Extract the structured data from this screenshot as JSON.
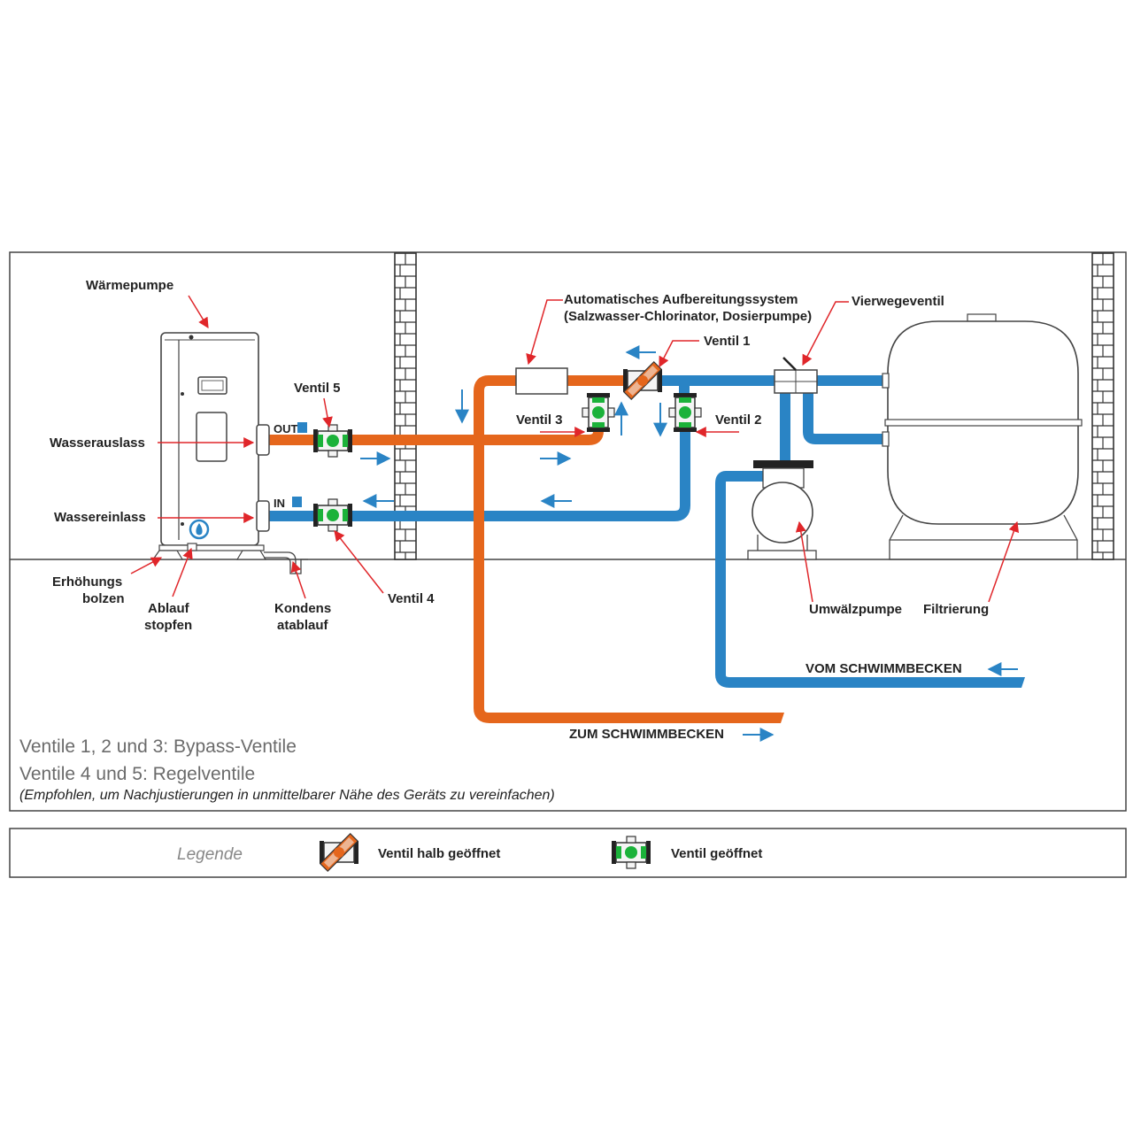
{
  "colors": {
    "hot_pipe": "#e5661c",
    "cold_pipe": "#2a84c5",
    "arrow_red": "#e0262a",
    "arrow_blue": "#2a84c5",
    "valve_green": "#1bb23a",
    "frame": "#444444"
  },
  "labels": {
    "heat_pump": "Wärmepumpe",
    "water_outlet": "Wasserauslass",
    "water_inlet": "Wassereinlass",
    "raise_bolt_1": "Erhöhungs",
    "raise_bolt_2": "bolzen",
    "drain_plug_1": "Ablauf",
    "drain_plug_2": "stopfen",
    "condensate_1": "Kondens",
    "condensate_2": "atablauf",
    "valve_5": "Ventil 5",
    "valve_4": "Ventil 4",
    "valve_3": "Ventil 3",
    "valve_2": "Ventil 2",
    "valve_1": "Ventil 1",
    "treatment_1": "Automatisches Aufbereitungssystem",
    "treatment_2": "(Salzwasser-Chlorinator, Dosierpumpe)",
    "four_way": "Vierwegeventil",
    "circ_pump": "Umwälzpumpe",
    "filtration": "Filtrierung",
    "from_pool": "VOM SCHWIMMBECKEN",
    "to_pool": "ZUM SCHWIMMBECKEN",
    "port_out": "OUT",
    "port_in": "IN"
  },
  "notes": {
    "line1": "Ventile 1, 2 und 3: Bypass-Ventile",
    "line2": "Ventile 4 und 5: Regelventile",
    "line3": "(Empfohlen, um Nachjustierungen in unmittelbarer Nähe des Geräts zu vereinfachen)"
  },
  "legend": {
    "title": "Legende",
    "half_open": "Ventil halb geöffnet",
    "open": "Ventil geöffnet"
  },
  "icons": [
    "valve-open-icon",
    "valve-half-open-icon",
    "flow-arrow-icon",
    "brick-wall-icon",
    "heat-pump-unit",
    "sand-filter-tank",
    "circulation-pump"
  ]
}
